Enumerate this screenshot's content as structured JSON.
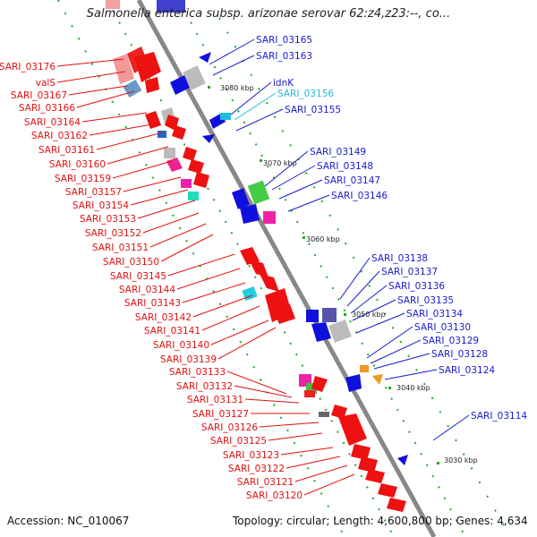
{
  "title": "Salmonella enterica subsp. arizonae serovar 62:z4,z23:--, co...",
  "footer": {
    "accession": "Accession: NC_010067",
    "stats": "Topology: circular; Length: 4,600,800 bp; Genes: 4,634"
  },
  "scale_labels": [
    "3080 kbp",
    "3070 kbp",
    "3060 kbp",
    "3050 kbp",
    "3040 kbp",
    "3030 kbp"
  ],
  "left_labels": [
    "SARI_03176",
    "valS",
    "SARI_03167",
    "SARI_03166",
    "SARI_03164",
    "SARI_03162",
    "SARI_03161",
    "SARI_03160",
    "SARI_03159",
    "SARI_03157",
    "SARI_03154",
    "SARI_03153",
    "SARI_03152",
    "SARI_03151",
    "SARI_03150",
    "SARI_03145",
    "SARI_03144",
    "SARI_03143",
    "SARI_03142",
    "SARI_03141",
    "SARI_03140",
    "SARI_03139",
    "SARI_03133",
    "SARI_03132",
    "SARI_03131",
    "SARI_03127",
    "SARI_03126",
    "SARI_03125",
    "SARI_03123",
    "SARI_03122",
    "SARI_03121",
    "SARI_03120"
  ],
  "right_labels": [
    {
      "text": "SARI_03165",
      "color": "#1a1acc"
    },
    {
      "text": "SARI_03163",
      "color": "#1a1acc"
    },
    {
      "text": "idnK",
      "color": "#1a1acc"
    },
    {
      "text": "SARI_03156",
      "color": "#22bbdd"
    },
    {
      "text": "SARI_03155",
      "color": "#1a1acc"
    },
    {
      "text": "SARI_03149",
      "color": "#1a1acc"
    },
    {
      "text": "SARI_03148",
      "color": "#1a1acc"
    },
    {
      "text": "SARI_03147",
      "color": "#1a1acc"
    },
    {
      "text": "SARI_03146",
      "color": "#1a1acc"
    },
    {
      "text": "SARI_03138",
      "color": "#1a1acc"
    },
    {
      "text": "SARI_03137",
      "color": "#1a1acc"
    },
    {
      "text": "SARI_03136",
      "color": "#1a1acc"
    },
    {
      "text": "SARI_03135",
      "color": "#1a1acc"
    },
    {
      "text": "SARI_03134",
      "color": "#1a1acc"
    },
    {
      "text": "SARI_03130",
      "color": "#1a1acc"
    },
    {
      "text": "SARI_03129",
      "color": "#1a1acc"
    },
    {
      "text": "SARI_03128",
      "color": "#1a1acc"
    },
    {
      "text": "SARI_03124",
      "color": "#1a1acc"
    },
    {
      "text": "SARI_03114",
      "color": "#1a1acc"
    }
  ],
  "colors": {
    "left_label": "#e01010",
    "backbone": "#888888",
    "forward_gene": "#ee1111",
    "reverse_gene": "#1010dd",
    "dotted_track": "#22aa22"
  }
}
